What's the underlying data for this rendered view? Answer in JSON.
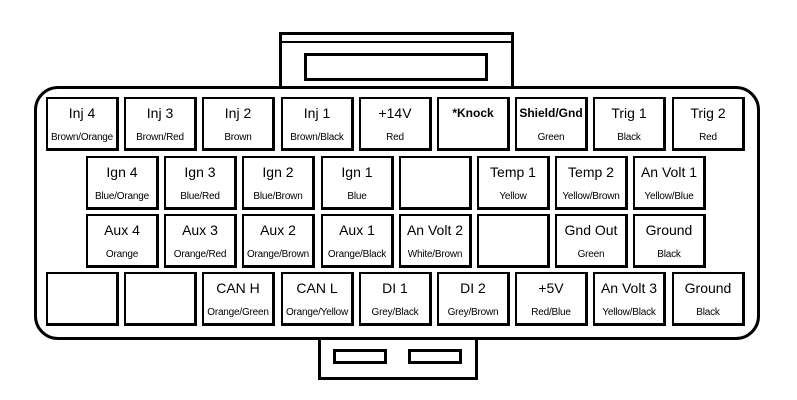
{
  "rows": [
    {
      "pins": [
        {
          "name": "Inj 4",
          "wire": "Brown/Orange"
        },
        {
          "name": "Inj 3",
          "wire": "Brown/Red"
        },
        {
          "name": "Inj 2",
          "wire": "Brown"
        },
        {
          "name": "Inj 1",
          "wire": "Brown/Black"
        },
        {
          "name": "+14V",
          "wire": "Red"
        },
        {
          "name": "*Knock",
          "wire": ""
        },
        {
          "name": "Shield/Gnd",
          "wire": "Green"
        },
        {
          "name": "Trig 1",
          "wire": "Black"
        },
        {
          "name": "Trig 2",
          "wire": "Red"
        }
      ]
    },
    {
      "pins": [
        {
          "name": "Ign 4",
          "wire": "Blue/Orange"
        },
        {
          "name": "Ign 3",
          "wire": "Blue/Red"
        },
        {
          "name": "Ign 2",
          "wire": "Blue/Brown"
        },
        {
          "name": "Ign 1",
          "wire": "Blue"
        },
        {
          "name": "",
          "wire": ""
        },
        {
          "name": "Temp 1",
          "wire": "Yellow"
        },
        {
          "name": "Temp 2",
          "wire": "Yellow/Brown"
        },
        {
          "name": "An Volt 1",
          "wire": "Yellow/Blue"
        }
      ]
    },
    {
      "pins": [
        {
          "name": "Aux 4",
          "wire": "Orange"
        },
        {
          "name": "Aux 3",
          "wire": "Orange/Red"
        },
        {
          "name": "Aux 2",
          "wire": "Orange/Brown"
        },
        {
          "name": "Aux 1",
          "wire": "Orange/Black"
        },
        {
          "name": "An Volt 2",
          "wire": "White/Brown"
        },
        {
          "name": "",
          "wire": ""
        },
        {
          "name": "Gnd Out",
          "wire": "Green"
        },
        {
          "name": "Ground",
          "wire": "Black"
        }
      ]
    },
    {
      "pins": [
        {
          "name": "",
          "wire": ""
        },
        {
          "name": "",
          "wire": ""
        },
        {
          "name": "CAN H",
          "wire": "Orange/Green"
        },
        {
          "name": "CAN L",
          "wire": "Orange/Yellow"
        },
        {
          "name": "DI 1",
          "wire": "Grey/Black"
        },
        {
          "name": "DI 2",
          "wire": "Grey/Brown"
        },
        {
          "name": "+5V",
          "wire": "Red/Blue"
        },
        {
          "name": "An Volt 3",
          "wire": "Yellow/Black"
        },
        {
          "name": "Ground",
          "wire": "Black"
        }
      ]
    }
  ]
}
